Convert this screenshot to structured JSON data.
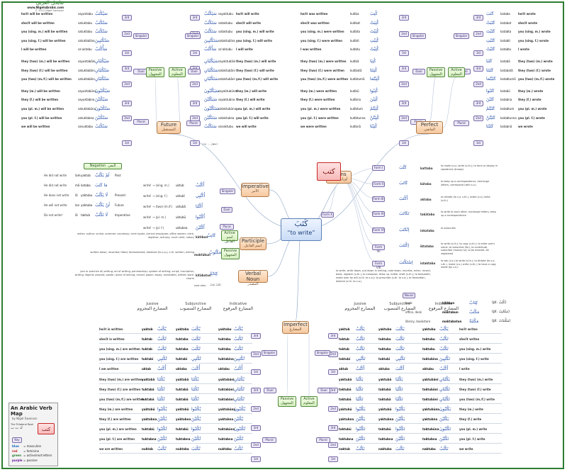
{
  "center": {
    "ar": "كَتَبَ",
    "en": "“to write”"
  },
  "branches": {
    "future": {
      "label": "Future",
      "ar": "المستقبل"
    },
    "perfect": {
      "label": "Perfect",
      "ar": "الماضي"
    },
    "imperative": {
      "label": "Imperative",
      "ar": "الأمر"
    },
    "participle": {
      "label": "Participle",
      "ar": "اسم الفاعل"
    },
    "verbal_noun": {
      "label": "Verbal Noun",
      "ar": "المصدر"
    },
    "forms": {
      "label": "Forms",
      "ar": "أوزان الفعل"
    },
    "imperfect": {
      "label": "Imperfect",
      "ar": "المضارع"
    }
  },
  "voice": {
    "passive": "Passive",
    "active": "Active",
    "passive_ar": "المجهول",
    "active_ar": "المعلوم"
  },
  "number": {
    "singular": "Singular",
    "dual": "Dual",
    "plural": "Plural"
  },
  "persons": {
    "p3": "3rd",
    "p2": "2nd",
    "p1": "1st"
  },
  "future_passive": [
    {
      "en": "he/it will be written",
      "t": "sayuktabu",
      "ar": "سَيُكْتَبُ"
    },
    {
      "en": "she/it will be written",
      "t": "satuktabu",
      "ar": "سَتُكْتَبُ"
    },
    {
      "en": "you (sing. m.) will be written",
      "t": "satuktabu",
      "ar": "سَتُكْتَبُ"
    },
    {
      "en": "you (sing. f.) will be written",
      "t": "satuktabīna",
      "ar": "سَتُكْتَبِينَ"
    },
    {
      "en": "I will be written",
      "t": "saʾuktabu",
      "ar": "سَأُكْتَبُ"
    },
    {
      "en": "they (two) (m.) will be written",
      "t": "sayuktabāni",
      "ar": "سَيُكْتَبَانِ"
    },
    {
      "en": "they (two) (f.) will be written",
      "t": "satuktabāni",
      "ar": "سَتُكْتَبَانِ"
    },
    {
      "en": "you (two) (m./f.) will be written",
      "t": "satuktabāni",
      "ar": "سَتُكْتَبَانِ"
    },
    {
      "en": "they (m.) will be written",
      "t": "sayuktabūna",
      "ar": "سَيُكْتَبُونَ"
    },
    {
      "en": "they (f.) will be written",
      "t": "sayuktabna",
      "ar": "سَيُكْتَبْنَ"
    },
    {
      "en": "you (pl. m.) will be written",
      "t": "satuktabūna",
      "ar": "سَتُكْتَبُونَ"
    },
    {
      "en": "you (pl. f.) will be written",
      "t": "satuktabna",
      "ar": "سَتُكْتَبْنَ"
    },
    {
      "en": "we will be written",
      "t": "sanuktabu",
      "ar": "سَنُكْتَبُ"
    }
  ],
  "future_active": [
    {
      "ar": "سَيَكْتُبُ",
      "t": "sayaktubu",
      "en": "he/it will write"
    },
    {
      "ar": "سَتَكْتُبُ",
      "t": "sataktubu",
      "en": "she/it will write"
    },
    {
      "ar": "سَتَكْتُبُ",
      "t": "sataktubu",
      "en": "you (sing. m.) will write"
    },
    {
      "ar": "سَتَكْتُبِينَ",
      "t": "sataktubīna",
      "en": "you (sing. f.) will write"
    },
    {
      "ar": "سَأَكْتُبُ",
      "t": "saʾaktubu",
      "en": "I will write"
    },
    {
      "ar": "سَيَكْتُبَانِ",
      "t": "sayaktubāni",
      "en": "they (two) (m.) will write"
    },
    {
      "ar": "سَتَكْتُبَانِ",
      "t": "sataktubāni",
      "en": "they (two) (f.) will write"
    },
    {
      "ar": "سَتَكْتُبَانِ",
      "t": "sataktubāni",
      "en": "you (two) (m./f.) will write"
    },
    {
      "ar": "سَيَكْتُبُونَ",
      "t": "sayaktubūna",
      "en": "they (m.) will write"
    },
    {
      "ar": "سَيَكْتُبْنَ",
      "t": "sayaktubna",
      "en": "they (f.) will write"
    },
    {
      "ar": "سَتَكْتُبُونَ",
      "t": "sataktubūna",
      "en": "you (pl. m.) will write"
    },
    {
      "ar": "سَتَكْتُبْنَ",
      "t": "sataktubna",
      "en": "you (pl. f.) will write"
    },
    {
      "ar": "سَنَكْتُبُ",
      "t": "sanaktubu",
      "en": "we will write"
    }
  ],
  "perfect_passive": [
    {
      "en": "he/it was written",
      "t": "kutiba",
      "ar": "كُتِبَ"
    },
    {
      "en": "she/it was written",
      "t": "kutibat",
      "ar": "كُتِبَتْ"
    },
    {
      "en": "you (sing. m.) were written",
      "t": "kutibta",
      "ar": "كُتِبْتَ"
    },
    {
      "en": "you (sing. f.) were written",
      "t": "kutibti",
      "ar": "كُتِبْتِ"
    },
    {
      "en": "I was written",
      "t": "kutibtu",
      "ar": "كُتِبْتُ"
    },
    {
      "en": "they (two) (m.) were written",
      "t": "kutibā",
      "ar": "كُتِبَا"
    },
    {
      "en": "they (two) (f.) were written",
      "t": "kutibatā",
      "ar": "كُتِبَتَا"
    },
    {
      "en": "you (two) (m./f.) were written",
      "t": "kutibtumā",
      "ar": "كُتِبْتُمَا"
    },
    {
      "en": "they (m.) were written",
      "t": "kutibū",
      "ar": "كُتِبُوا"
    },
    {
      "en": "they (f.) were written",
      "t": "kutibna",
      "ar": "كُتِبْنَ"
    },
    {
      "en": "you (pl. m.) were written",
      "t": "kutibtum",
      "ar": "كُتِبْتُمْ"
    },
    {
      "en": "you (pl. f.) were written",
      "t": "kutibtunna",
      "ar": "كُتِبْتُنَّ"
    },
    {
      "en": "we were written",
      "t": "kutibnā",
      "ar": "كُتِبْنَا"
    }
  ],
  "perfect_active": [
    {
      "ar": "كَتَبَ",
      "t": "kataba",
      "en": "he/it wrote"
    },
    {
      "ar": "كَتَبَتْ",
      "t": "katabat",
      "en": "she/it wrote"
    },
    {
      "ar": "كَتَبْتَ",
      "t": "katabta",
      "en": "you (sing. m.) wrote"
    },
    {
      "ar": "كَتَبْتِ",
      "t": "katabti",
      "en": "you (sing. f.) wrote"
    },
    {
      "ar": "كَتَبْتُ",
      "t": "katabtu",
      "en": "I wrote"
    },
    {
      "ar": "كَتَبَا",
      "t": "katabā",
      "en": "they (two) (m.) wrote"
    },
    {
      "ar": "كَتَبَتَا",
      "t": "katabatā",
      "en": "they (two) (f.) wrote"
    },
    {
      "ar": "كَتَبْتُمَا",
      "t": "katabtumā",
      "en": "you (two) (m./f.) wrote"
    },
    {
      "ar": "كَتَبُوا",
      "t": "katabū",
      "en": "they (m.) wrote"
    },
    {
      "ar": "كَتَبْنَ",
      "t": "katabna",
      "en": "they (f.) wrote"
    },
    {
      "ar": "كَتَبْتُمْ",
      "t": "katabtum",
      "en": "you (pl. m.) wrote"
    },
    {
      "ar": "كَتَبْتُنَّ",
      "t": "katabtunna",
      "en": "you (pl. f.) wrote"
    },
    {
      "ar": "كَتَبْنَا",
      "t": "katabnā",
      "en": "we wrote"
    }
  ],
  "negation": {
    "title": "Negation",
    "ar": "النفي",
    "rows": [
      {
        "en": "He did not write",
        "p": "lam",
        "t": "yaktub",
        "ar": "لَمْ يَكْتُبْ",
        "kind": "Past"
      },
      {
        "en": "He did not write",
        "p": "mā",
        "t": "kataba",
        "ar": "مَا كَتَبَ",
        "kind": ""
      },
      {
        "en": "He does not write",
        "p": "lā",
        "t": "yaktubu",
        "ar": "لَا يَكْتُبُ",
        "kind": "Present"
      },
      {
        "en": "He will not write",
        "p": "lan",
        "t": "yaktuba",
        "ar": "لَنْ يَكْتُبَ",
        "kind": "Future"
      },
      {
        "en": "Do not write!",
        "p": "lā",
        "t": "taktub",
        "ar": "لَا تَكْتُبْ",
        "kind": "Imperative"
      }
    ]
  },
  "imperative_rows": [
    {
      "en": "write! → (sing. m.)",
      "t": "uktub",
      "ar": "اُكْتُبْ"
    },
    {
      "en": "write! → (sing. f.)",
      "t": "uktubī",
      "ar": "اُكْتُبِي"
    },
    {
      "en": "write! → (two) (m./f.)",
      "t": "uktubā",
      "ar": "اُكْتُبَا"
    },
    {
      "en": "write! → (pl. m.)",
      "t": "uktubū",
      "ar": "اُكْتُبُوا"
    },
    {
      "en": "write! → (pl. f.)",
      "t": "uktubna",
      "ar": "اُكْتُبْنَ"
    }
  ],
  "participle": {
    "active_desc": "writer; author; scribe; screener; secretary; clerk typist; clerical employee; office worker; clerk; registrar; actuary; court clerk; notary",
    "active_t": "kātibun",
    "active_ar": "كَاتِبٌ",
    "passive_desc": "written down; recorded; fated; foreordained; destined (to s.o.); s.th. written; writing",
    "passive_t": "maktūbun",
    "passive_ar": "مَكْتُوبٌ"
  },
  "verbal_noun": {
    "desc": "(act or practice of) writing; art of writing; penmanship; system of writing; script; inscription; writing; legend; placard; poster; piece of writing; record; paper; essay; annotated, written work; charm",
    "t": "kitābatun",
    "ar": "كِتَابَةٌ",
    "see_also": "(see also:",
    "see_ar": "كَتْبٌ كِتَابٌ)"
  },
  "forms": {
    "kitab": "كتب",
    "form_labels": [
      "Form I",
      "Form II",
      "Form III",
      "Form IV",
      "Form VI",
      "Form VII",
      "Form VIII",
      "Form X"
    ],
    "items": [
      {
        "ar": "كَتَّبَ",
        "t": "kattaba",
        "d": "to make (s.o.) write (s.th.); to form or deploy in squadrons (troops)"
      },
      {
        "ar": "كَاتَبَ",
        "t": "kātaba",
        "d": "to keep up a correspondence, exchange letters, correspond (with s.o.)"
      },
      {
        "ar": "أَكْتَبَ",
        "t": "aktaba",
        "d": "to dictate (to s.o. s.th.), make (s.o.) write (s.th.)"
      },
      {
        "ar": "تَكَاتَبَ",
        "t": "takātaba",
        "d": "to write to each other, exchange letters, keep up a correspondence"
      },
      {
        "ar": "اِنْكَتَبَ",
        "t": "inkataba",
        "d": "to subscribe"
      },
      {
        "ar": "اِكْتَتَبَ",
        "t": "iktataba",
        "d": "to write (s.th.); to copy (s.th.); to enter one's name; to subscribe (for); to contribute, subscribe (money to); to be entered, be registered"
      },
      {
        "ar": "اِسْتَكْتَبَ",
        "t": "istaktaba",
        "d": "to ask (s.o.) to write (s.th.); to dictate (to s.o. s.th.), make (s.o.) write (s.th.); to have a copy made (by s.o.)"
      }
    ]
  },
  "definition": "to write, write down, put down in writing, note down, inscribe, enter, record, book, register (s.th.); to compose, draw up, indite, draft (s.th.); to bequeath, make over by will (s.th. to s.o.); to prescribe (s.th. to s.o.); to foreordain, destine (s.th. to s.o.)",
  "nouns": {
    "title": "Nouns",
    "rows": [
      {
        "en": "book",
        "t": "kitābun",
        "ar": "كِتَابٌ",
        "pl": "(pl. كُتُبٌ)"
      },
      {
        "en": "office, desk",
        "t": "maktabun",
        "ar": "مَكْتَبٌ",
        "pl": "(pl. مَكَاتِبُ)"
      },
      {
        "en": "library, bookstore",
        "t": "maktabatun",
        "ar": "مَكْتَبَةٌ",
        "pl": "(pl. مَكْتَبَاتٌ)"
      }
    ]
  },
  "columns": {
    "jussive": "Jussive",
    "subjunctive": "Subjunctive",
    "indicative": "Indicative",
    "jussive_ar": "المضارع المجزوم",
    "subjunctive_ar": "المضارع المنصوب",
    "indicative_ar": "المضارع المرفوع"
  },
  "imperfect_passive": [
    {
      "en": "he/it is written",
      "j": "yuktab",
      "js": "يُكْتَبْ",
      "s": "yuktaba",
      "ss": "يُكْتَبَ",
      "i": "yuktabu",
      "is": "يُكْتَبُ"
    },
    {
      "en": "she/it is written",
      "j": "tuktab",
      "js": "تُكْتَبْ",
      "s": "tuktaba",
      "ss": "تُكْتَبَ",
      "i": "tuktabu",
      "is": "تُكْتَبُ"
    },
    {
      "en": "you (sing. m.) are written",
      "j": "tuktab",
      "js": "تُكْتَبْ",
      "s": "tuktaba",
      "ss": "تُكْتَبَ",
      "i": "tuktabu",
      "is": "تُكْتَبُ"
    },
    {
      "en": "you (sing. f.) are written",
      "j": "tuktabī",
      "js": "تُكْتَبِي",
      "s": "tuktabī",
      "ss": "تُكْتَبِي",
      "i": "tuktabīna",
      "is": "تُكْتَبِينَ"
    },
    {
      "en": "I am written",
      "j": "uktab",
      "js": "أُكْتَبْ",
      "s": "uktaba",
      "ss": "أُكْتَبَ",
      "i": "uktabu",
      "is": "أُكْتَبُ"
    },
    {
      "en": "they (two) (m.) are written",
      "j": "yuktabā",
      "js": "يُكْتَبَا",
      "s": "yuktabā",
      "ss": "يُكْتَبَا",
      "i": "yuktabāni",
      "is": "يُكْتَبَانِ"
    },
    {
      "en": "they (two) (f.) are written",
      "j": "tuktabā",
      "js": "تُكْتَبَا",
      "s": "tuktabā",
      "ss": "تُكْتَبَا",
      "i": "tuktabāni",
      "is": "تُكْتَبَانِ"
    },
    {
      "en": "you (two) (m./f.) are written",
      "j": "tuktabā",
      "js": "تُكْتَبَا",
      "s": "tuktabā",
      "ss": "تُكْتَبَا",
      "i": "tuktabāni",
      "is": "تُكْتَبَانِ"
    },
    {
      "en": "they (m.) are written",
      "j": "yuktabū",
      "js": "يُكْتَبُوا",
      "s": "yuktabū",
      "ss": "يُكْتَبُوا",
      "i": "yuktabūna",
      "is": "يُكْتَبُونَ"
    },
    {
      "en": "they (f.) are written",
      "j": "yuktabna",
      "js": "يُكْتَبْنَ",
      "s": "yuktabna",
      "ss": "يُكْتَبْنَ",
      "i": "yuktabna",
      "is": "يُكْتَبْنَ"
    },
    {
      "en": "you (pl. m.) are written",
      "j": "tuktabū",
      "js": "تُكْتَبُوا",
      "s": "tuktabū",
      "ss": "تُكْتَبُوا",
      "i": "tuktabūna",
      "is": "تُكْتَبُونَ"
    },
    {
      "en": "you (pl. f.) are written",
      "j": "tuktabna",
      "js": "تُكْتَبْنَ",
      "s": "tuktabna",
      "ss": "تُكْتَبْنَ",
      "i": "tuktabna",
      "is": "تُكْتَبْنَ"
    },
    {
      "en": "we are written",
      "j": "nuktab",
      "js": "نُكْتَبْ",
      "s": "nuktaba",
      "ss": "نُكْتَبَ",
      "i": "nuktabu",
      "is": "نُكْتَبُ"
    }
  ],
  "imperfect_active": [
    {
      "j": "yaktub",
      "js": "يَكْتُبْ",
      "s": "yaktuba",
      "ss": "يَكْتُبَ",
      "i": "yaktubu",
      "is": "يَكْتُبُ",
      "en": "he/it writes"
    },
    {
      "j": "taktub",
      "js": "تَكْتُبْ",
      "s": "taktuba",
      "ss": "تَكْتُبَ",
      "i": "taktubu",
      "is": "تَكْتُبُ",
      "en": "she/it writes"
    },
    {
      "j": "taktub",
      "js": "تَكْتُبْ",
      "s": "taktuba",
      "ss": "تَكْتُبَ",
      "i": "taktubu",
      "is": "تَكْتُبُ",
      "en": "you (sing. m.) write"
    },
    {
      "j": "taktubī",
      "js": "تَكْتُبِي",
      "s": "taktubī",
      "ss": "تَكْتُبِي",
      "i": "taktubīna",
      "is": "تَكْتُبِينَ",
      "en": "you (sing. f.) write"
    },
    {
      "j": "aktub",
      "js": "أَكْتُبْ",
      "s": "aktuba",
      "ss": "أَكْتُبَ",
      "i": "aktubu",
      "is": "أَكْتُبُ",
      "en": "I write"
    },
    {
      "j": "yaktubā",
      "js": "يَكْتُبَا",
      "s": "yaktubā",
      "ss": "يَكْتُبَا",
      "i": "yaktubāni",
      "is": "يَكْتُبَانِ",
      "en": "they (two) (m.) write"
    },
    {
      "j": "taktubā",
      "js": "تَكْتُبَا",
      "s": "taktubā",
      "ss": "تَكْتُبَا",
      "i": "taktubāni",
      "is": "تَكْتُبَانِ",
      "en": "they (two) (f.) write"
    },
    {
      "j": "taktubā",
      "js": "تَكْتُبَا",
      "s": "taktubā",
      "ss": "تَكْتُبَا",
      "i": "taktubāni",
      "is": "تَكْتُبَانِ",
      "en": "you (two) (m./f.) write"
    },
    {
      "j": "yaktubū",
      "js": "يَكْتُبُوا",
      "s": "yaktubū",
      "ss": "يَكْتُبُوا",
      "i": "yaktubūna",
      "is": "يَكْتُبُونَ",
      "en": "they (m.) write"
    },
    {
      "j": "yaktubna",
      "js": "يَكْتُبْنَ",
      "s": "yaktubna",
      "ss": "يَكْتُبْنَ",
      "i": "yaktubna",
      "is": "يَكْتُبْنَ",
      "en": "they (f.) write"
    },
    {
      "j": "taktubū",
      "js": "تَكْتُبُوا",
      "s": "taktubū",
      "ss": "تَكْتُبُوا",
      "i": "taktubūna",
      "is": "تَكْتُبُونَ",
      "en": "you (pl. m.) write"
    },
    {
      "j": "taktubna",
      "js": "تَكْتُبْنَ",
      "s": "taktubna",
      "ss": "تَكْتُبْنَ",
      "i": "taktubna",
      "is": "تَكْتُبْنَ",
      "en": "you (pl. f.) write"
    },
    {
      "j": "naktub",
      "js": "نَكْتُبْ",
      "s": "naktuba",
      "ss": "نَكْتُبَ",
      "i": "naktubu",
      "is": "نَكْتُبُ",
      "en": "we write"
    }
  ],
  "title_box": {
    "title": "An Arabic Verb Map",
    "by": "by Nigel Swanson",
    "root_label": "The Trilateral Root",
    "root_ar": "ك ت ب",
    "key": "Key",
    "kitab": "كتب"
  },
  "legend": [
    {
      "name": "blue",
      "desc": "= masculine",
      "color": "#1565c0"
    },
    {
      "name": "red",
      "desc": "= feminine",
      "color": "#c62828"
    },
    {
      "name": "green",
      "desc": "= active/root letters",
      "color": "#2e7d32"
    },
    {
      "name": "purple",
      "desc": "= passive",
      "color": "#6a1b9a"
    }
  ],
  "logo": {
    "ar": "تنايجل العربي",
    "url": "www.NigelsArabic.com",
    "copy": "© 2012 Nigel Swanson"
  },
  "colors": {
    "border": "#2e7d32",
    "branch": "#f6c89e",
    "center": "#c9dcf6"
  }
}
